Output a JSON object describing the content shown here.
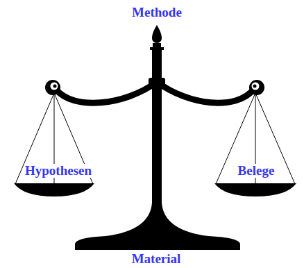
{
  "diagram": {
    "labels": [
      "Methode",
      "Hypothesen",
      "Belege",
      "Material"
    ]
  }
}
